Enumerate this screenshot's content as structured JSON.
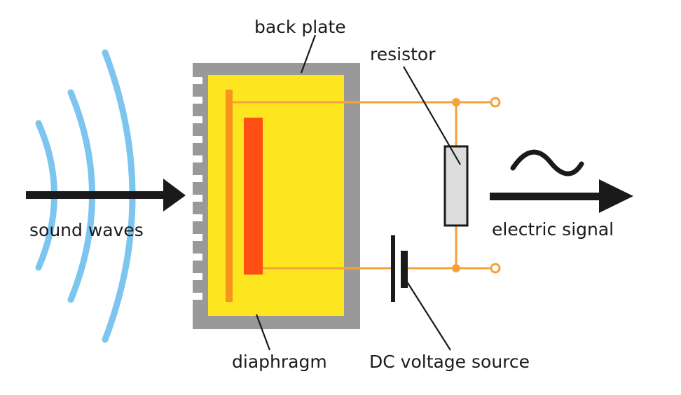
{
  "diagram": {
    "labels": {
      "back_plate": "back plate",
      "resistor": "resistor",
      "sound_waves": "sound waves",
      "electric_signal": "electric signal",
      "diaphragm": "diaphragm",
      "dc_voltage_source": "DC voltage source"
    },
    "colors": {
      "sound_wave": "#7cc5ee",
      "housing": "#999999",
      "capsule_fill": "#fde51f",
      "diaphragm": "#f7931e",
      "back_plate_electrode": "#ff4e12",
      "wire": "#f5a23a",
      "resistor_fill": "#dcdcdc",
      "arrow": "#1a1a1a"
    }
  }
}
